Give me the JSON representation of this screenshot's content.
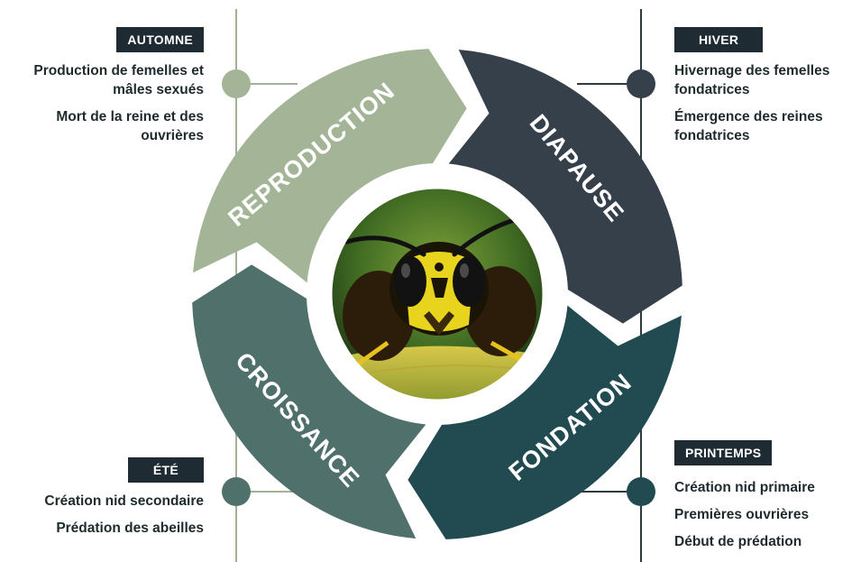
{
  "colors": {
    "reproduction": "#a3b596",
    "diapause": "#36404b",
    "fondation": "#214a51",
    "croissance": "#50706b",
    "tag_bg": "#1f2b33",
    "line_left": "#8fa084",
    "line_right": "#2c3b40"
  },
  "center_image": {
    "icon": "wasp-photo"
  },
  "phases": [
    {
      "id": "reproduction",
      "label": "REPRODUCTION"
    },
    {
      "id": "diapause",
      "label": "DIAPAUSE"
    },
    {
      "id": "fondation",
      "label": "FONDATION"
    },
    {
      "id": "croissance",
      "label": "CROISSANCE"
    }
  ],
  "seasons": {
    "autumn": {
      "tag": "AUTOMNE",
      "items": [
        "Production de femelles et mâles sexués",
        "Mort de la reine et des ouvrières"
      ]
    },
    "winter": {
      "tag": "HIVER",
      "items": [
        "Hivernage des femelles fondatrices",
        "Émergence des reines fondatrices"
      ]
    },
    "summer": {
      "tag": "ÉTÉ",
      "items": [
        "Création nid secondaire",
        "Prédation des abeilles"
      ]
    },
    "spring": {
      "tag": "PRINTEMPS",
      "items": [
        "Création nid primaire",
        "Premières ouvrières",
        "Début de prédation"
      ]
    }
  }
}
